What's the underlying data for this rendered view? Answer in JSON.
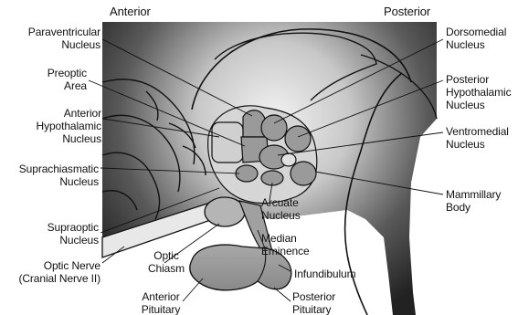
{
  "orientation": {
    "anterior": "Anterior",
    "posterior": "Posterior"
  },
  "labels": {
    "paraventricular": "Paraventricular\nNucleus",
    "preoptic": "Preoptic\nArea",
    "anterior_hypothalamic": "Anterior\nHypothalamic\nNucleus",
    "suprachiasmatic": "Suprachiasmatic\nNucleus",
    "supraoptic": "Supraoptic\nNucleus",
    "optic_nerve": "Optic Nerve\n(Cranial Nerve II)",
    "optic_chiasm": "Optic\nChiasm",
    "anterior_pituitary": "Anterior\nPituitary",
    "dorsomedial": "Dorsomedial\nNucleus",
    "posterior_hypothalamic": "Posterior\nHypothalamic\nNucleus",
    "ventromedial": "Ventromedial\nNucleus",
    "mammillary": "Mammillary\nBody",
    "arcuate": "Arcuate\nNucleus",
    "median_eminence": "Median\nEminence",
    "infundibulum": "Infundibulum",
    "posterior_pituitary": "Posterior\nPituitary"
  },
  "colors": {
    "background_dark": "#2a2a2a",
    "background_light": "#e9e9e9",
    "nucleus_fill": "#9a9a9a",
    "nucleus_light": "#d4d4d4",
    "outline": "#111111"
  }
}
